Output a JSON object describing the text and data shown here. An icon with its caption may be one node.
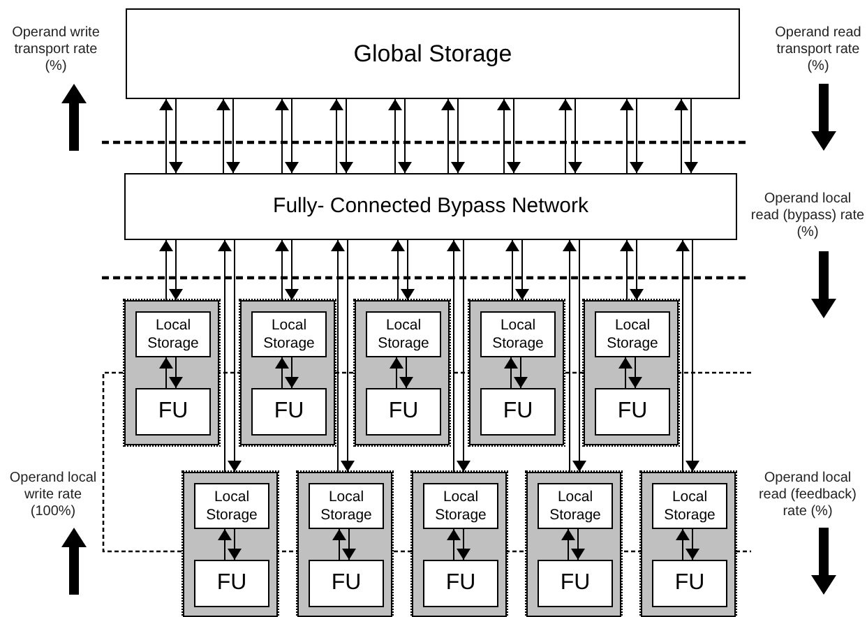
{
  "diagram": {
    "nodes": [
      {
        "text": [
          "Global Storage"
        ]
      },
      {
        "text": [
          "Fully- Connected Bypass Network"
        ]
      },
      {
        "text": [],
        "shape": "box"
      },
      {
        "text": [
          "Local Storage"
        ],
        "in": 2
      },
      {
        "text": [
          "FU"
        ],
        "in": 2
      },
      {
        "text": [],
        "shape": "box"
      },
      {
        "text": [
          "Local Storage"
        ],
        "in": 5
      },
      {
        "text": [
          "FU"
        ],
        "in": 5
      },
      {
        "text": [],
        "shape": "box"
      },
      {
        "text": [
          "Local Storage"
        ],
        "in": 8
      },
      {
        "text": [
          "FU"
        ],
        "in": 8
      },
      {
        "text": [],
        "shape": "box"
      },
      {
        "text": [
          "Local Storage"
        ],
        "in": 11
      },
      {
        "text": [
          "FU"
        ],
        "in": 11
      },
      {
        "text": [],
        "shape": "box"
      },
      {
        "text": [
          "Local Storage"
        ],
        "in": 14
      },
      {
        "text": [
          "FU"
        ],
        "in": 14
      },
      {
        "text": [],
        "shape": "box"
      },
      {
        "text": [
          "Local Storage"
        ],
        "in": 17
      },
      {
        "text": [
          "FU"
        ],
        "in": 17
      },
      {
        "text": [],
        "shape": "box"
      },
      {
        "text": [
          "Local Storage"
        ],
        "in": 20
      },
      {
        "text": [
          "FU"
        ],
        "in": 20
      },
      {
        "text": [],
        "shape": "box"
      },
      {
        "text": [
          "Local Storage"
        ],
        "in": 23
      },
      {
        "text": [
          "FU"
        ],
        "in": 23
      },
      {
        "text": [],
        "shape": "box"
      },
      {
        "text": [
          "Local Storage"
        ],
        "in": 26
      },
      {
        "text": [
          "FU"
        ],
        "in": 26
      },
      {
        "text": [],
        "shape": "box"
      },
      {
        "text": [
          "Local Storage"
        ],
        "in": 29
      },
      {
        "text": [
          "FU"
        ],
        "in": 29
      }
    ],
    "edges": [
      {
        "from": 1,
        "to": 0,
        "arrow": "to"
      },
      {
        "from": 0,
        "to": 1,
        "arrow": "to"
      },
      {
        "from": 1,
        "to": 0,
        "arrow": "to"
      },
      {
        "from": 0,
        "to": 1,
        "arrow": "to"
      },
      {
        "from": 1,
        "to": 0,
        "arrow": "to"
      },
      {
        "from": 0,
        "to": 1,
        "arrow": "to"
      },
      {
        "from": 1,
        "to": 0,
        "arrow": "to"
      },
      {
        "from": 0,
        "to": 1,
        "arrow": "to"
      },
      {
        "from": 1,
        "to": 0,
        "arrow": "to"
      },
      {
        "from": 0,
        "to": 1,
        "arrow": "to"
      },
      {
        "from": 1,
        "to": 0,
        "arrow": "to"
      },
      {
        "from": 0,
        "to": 1,
        "arrow": "to"
      },
      {
        "from": 1,
        "to": 0,
        "arrow": "to"
      },
      {
        "from": 0,
        "to": 1,
        "arrow": "to"
      },
      {
        "from": 1,
        "to": 0,
        "arrow": "to"
      },
      {
        "from": 0,
        "to": 1,
        "arrow": "to"
      },
      {
        "from": 1,
        "to": 0,
        "arrow": "to"
      },
      {
        "from": 0,
        "to": 1,
        "arrow": "to"
      },
      {
        "from": 1,
        "to": 0,
        "arrow": "to"
      },
      {
        "from": 0,
        "to": 1,
        "arrow": "to"
      },
      {
        "from": 2,
        "to": 1,
        "arrow": "to"
      },
      {
        "from": 1,
        "to": 2,
        "arrow": "to"
      },
      {
        "from": 5,
        "to": 1,
        "arrow": "to"
      },
      {
        "from": 1,
        "to": 5,
        "arrow": "to"
      },
      {
        "from": 8,
        "to": 1,
        "arrow": "to"
      },
      {
        "from": 1,
        "to": 8,
        "arrow": "to"
      },
      {
        "from": 11,
        "to": 1,
        "arrow": "to"
      },
      {
        "from": 1,
        "to": 11,
        "arrow": "to"
      },
      {
        "from": 14,
        "to": 1,
        "arrow": "to"
      },
      {
        "from": 1,
        "to": 14,
        "arrow": "to"
      },
      {
        "from": 17,
        "to": 1,
        "arrow": "to"
      },
      {
        "from": 1,
        "to": 17,
        "arrow": "to"
      },
      {
        "from": 20,
        "to": 1,
        "arrow": "to"
      },
      {
        "from": 1,
        "to": 20,
        "arrow": "to"
      },
      {
        "from": 23,
        "to": 1,
        "arrow": "to"
      },
      {
        "from": 1,
        "to": 23,
        "arrow": "to"
      },
      {
        "from": 26,
        "to": 1,
        "arrow": "to"
      },
      {
        "from": 1,
        "to": 26,
        "arrow": "to"
      },
      {
        "from": 29,
        "to": 1,
        "arrow": "to"
      },
      {
        "from": 1,
        "to": 29,
        "arrow": "to"
      },
      {
        "from": 4,
        "to": 3,
        "arrow": "to"
      },
      {
        "from": 3,
        "to": 4,
        "arrow": "to"
      },
      {
        "from": 7,
        "to": 6,
        "arrow": "to"
      },
      {
        "from": 6,
        "to": 7,
        "arrow": "to"
      },
      {
        "from": 10,
        "to": 9,
        "arrow": "to"
      },
      {
        "from": 9,
        "to": 10,
        "arrow": "to"
      },
      {
        "from": 13,
        "to": 12,
        "arrow": "to"
      },
      {
        "from": 12,
        "to": 13,
        "arrow": "to"
      },
      {
        "from": 16,
        "to": 15,
        "arrow": "to"
      },
      {
        "from": 15,
        "to": 16,
        "arrow": "to"
      },
      {
        "from": 19,
        "to": 18,
        "arrow": "to"
      },
      {
        "from": 18,
        "to": 19,
        "arrow": "to"
      },
      {
        "from": 22,
        "to": 21,
        "arrow": "to"
      },
      {
        "from": 21,
        "to": 22,
        "arrow": "to"
      },
      {
        "from": 25,
        "to": 24,
        "arrow": "to"
      },
      {
        "from": 24,
        "to": 25,
        "arrow": "to"
      },
      {
        "from": 28,
        "to": 27,
        "arrow": "to"
      },
      {
        "from": 27,
        "to": 28,
        "arrow": "to"
      },
      {
        "from": 31,
        "to": 30,
        "arrow": "to"
      },
      {
        "from": 30,
        "to": 31,
        "arrow": "to"
      }
    ],
    "labels": [
      "Operand write transport rate (%)",
      "Operand read transport rate (%)",
      "Operand local read (bypass) rate (%)",
      "Operand local write rate (100%)",
      "Operand local read (feedback) rate (%)"
    ]
  }
}
